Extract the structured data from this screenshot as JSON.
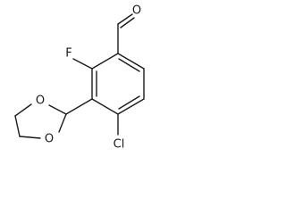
{
  "molecule": {
    "atoms": {
      "aldehyde_o": "O",
      "fluorine": "F",
      "ring_o_top": "O",
      "ring_o_bottom": "O",
      "chlorine": "Cl"
    },
    "colors": {
      "bond": "#1a1a1a",
      "label": "#1a1a1a",
      "background": "#ffffff"
    }
  }
}
